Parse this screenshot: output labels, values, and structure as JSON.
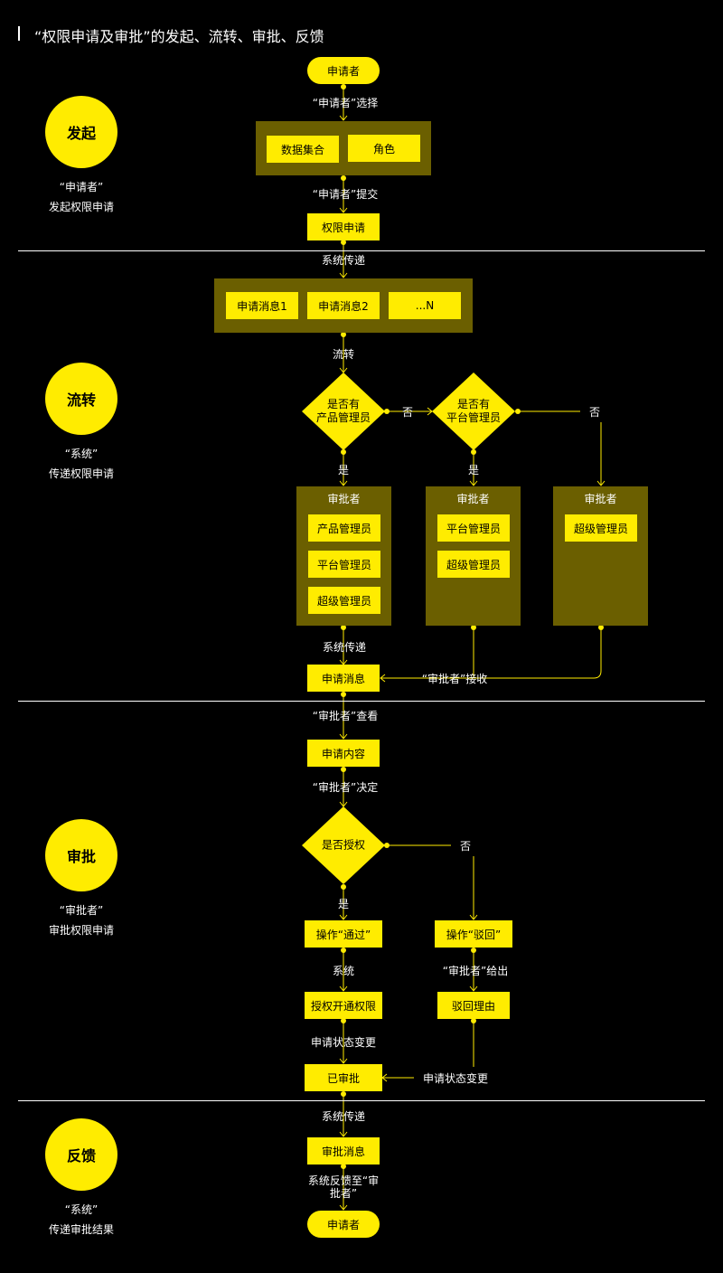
{
  "title": "“权限申请及审批”的发起、流转、审批、反馈",
  "stages": [
    {
      "name": "发起",
      "desc1": "“申请者”",
      "desc2": "发起权限申请"
    },
    {
      "name": "流转",
      "desc1": "“系统”",
      "desc2": "传递权限申请"
    },
    {
      "name": "审批",
      "desc1": "“审批者”",
      "desc2": "审批权限申请"
    },
    {
      "name": "反馈",
      "desc1": "“系统”",
      "desc2": "传递审批结果"
    }
  ],
  "initiate": {
    "applicant_start": "申请者",
    "select_label": "“申请者”选择",
    "dataset": "数据集合",
    "role": "角色",
    "submit_label": "“申请者”提交",
    "permission_request": "权限申请"
  },
  "flow": {
    "system_transfer": "系统传递",
    "msg1": "申请消息1",
    "msg2": "申请消息2",
    "msgN": "...N",
    "transfer": "流转",
    "decision1_line1": "是否有",
    "decision1_line2": "产品管理员",
    "decision2_line1": "是否有",
    "decision2_line2": "平台管理员",
    "no": "否",
    "yes": "是",
    "approver_title": "审批者",
    "product_admin": "产品管理员",
    "platform_admin": "平台管理员",
    "super_admin": "超级管理员",
    "system_transfer2": "系统传递",
    "request_message": "申请消息",
    "approver_receive": "“审批者”接收"
  },
  "approve": {
    "view_label": "“审批者”查看",
    "request_content": "申请内容",
    "decide_label": "“审批者”决定",
    "authorize_q": "是否授权",
    "no": "否",
    "yes": "是",
    "pass_op": "操作“通过”",
    "reject_op": "操作“驳回”",
    "system": "系统",
    "approver_gives": "“审批者”给出",
    "grant": "授权开通权限",
    "reject_reason": "驳回理由",
    "status_change_left": "申请状态变更",
    "status_change_right": "申请状态变更",
    "approved": "已审批"
  },
  "feedback": {
    "system_transfer": "系统传递",
    "approval_message": "审批消息",
    "feedback_line1": "系统反馈至“审",
    "feedback_line2": "批者”",
    "applicant_end": "申请者"
  },
  "colors": {
    "background": "#000000",
    "accent": "#ffec00",
    "group": "#6b5f00",
    "text": "#ffffff"
  }
}
